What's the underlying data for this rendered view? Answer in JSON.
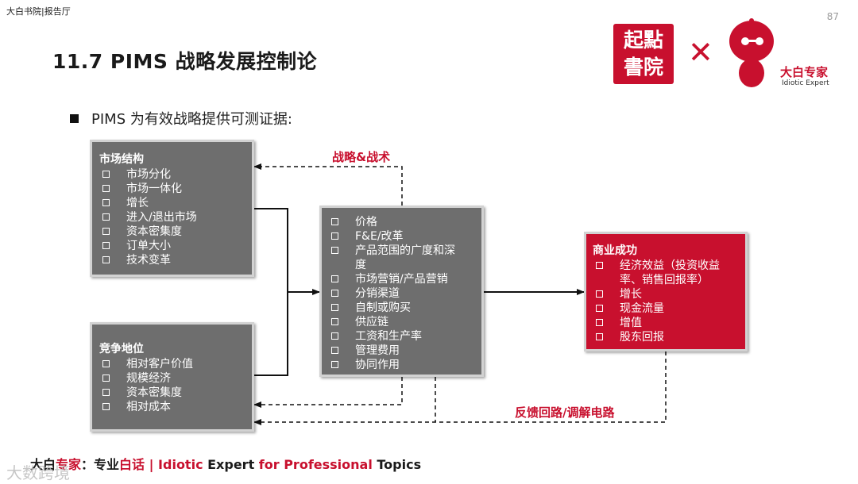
{
  "header": {
    "brand": "大白书院|报告厅",
    "page_number": "87",
    "title": "11.7 PIMS 战略发展控制论"
  },
  "logos": {
    "left_logo_line1": "起點",
    "left_logo_line2": "書院",
    "times": "✕",
    "mascot_name": "大白专家",
    "mascot_sub": "Idiotic Expert"
  },
  "bullet": "PIMS 为有效战略提供可测证据:",
  "boxes": {
    "market": {
      "title": "市场结构",
      "items": [
        "市场分化",
        "市场一体化",
        "增长",
        "进入/退出市场",
        "资本密集度",
        "订单大小",
        "技术变革"
      ]
    },
    "competition": {
      "title": "竞争地位",
      "items": [
        "相对客户价值",
        "规模经济",
        "资本密集度",
        "相对成本"
      ]
    },
    "strategy": {
      "items": [
        "价格",
        "F&E/改革",
        "产品范围的广度和深度",
        "市场营销/产品营销",
        "分销渠道",
        "自制或购买",
        "供应链",
        "工资和生产率",
        "管理费用",
        "协同作用"
      ]
    },
    "success": {
      "title": "商业成功",
      "items": [
        "经济效益（投资收益率、销售回报率）",
        "增长",
        "现金流量",
        "增值",
        "股东回报"
      ]
    }
  },
  "labels": {
    "strategy_tactics": "战略&战术",
    "feedback": "反馈回路/调解电路"
  },
  "footer": {
    "part1": "大白",
    "part2": "专家",
    "part3": "：专业",
    "part4": "白话",
    "part5": " | Idiotic ",
    "part6": "Expert",
    "part7": " for Professional ",
    "part8": "Topics"
  },
  "watermark": "大数跨境",
  "colors": {
    "accent_red": "#c8102e",
    "box_gray": "#6e6e6e"
  }
}
